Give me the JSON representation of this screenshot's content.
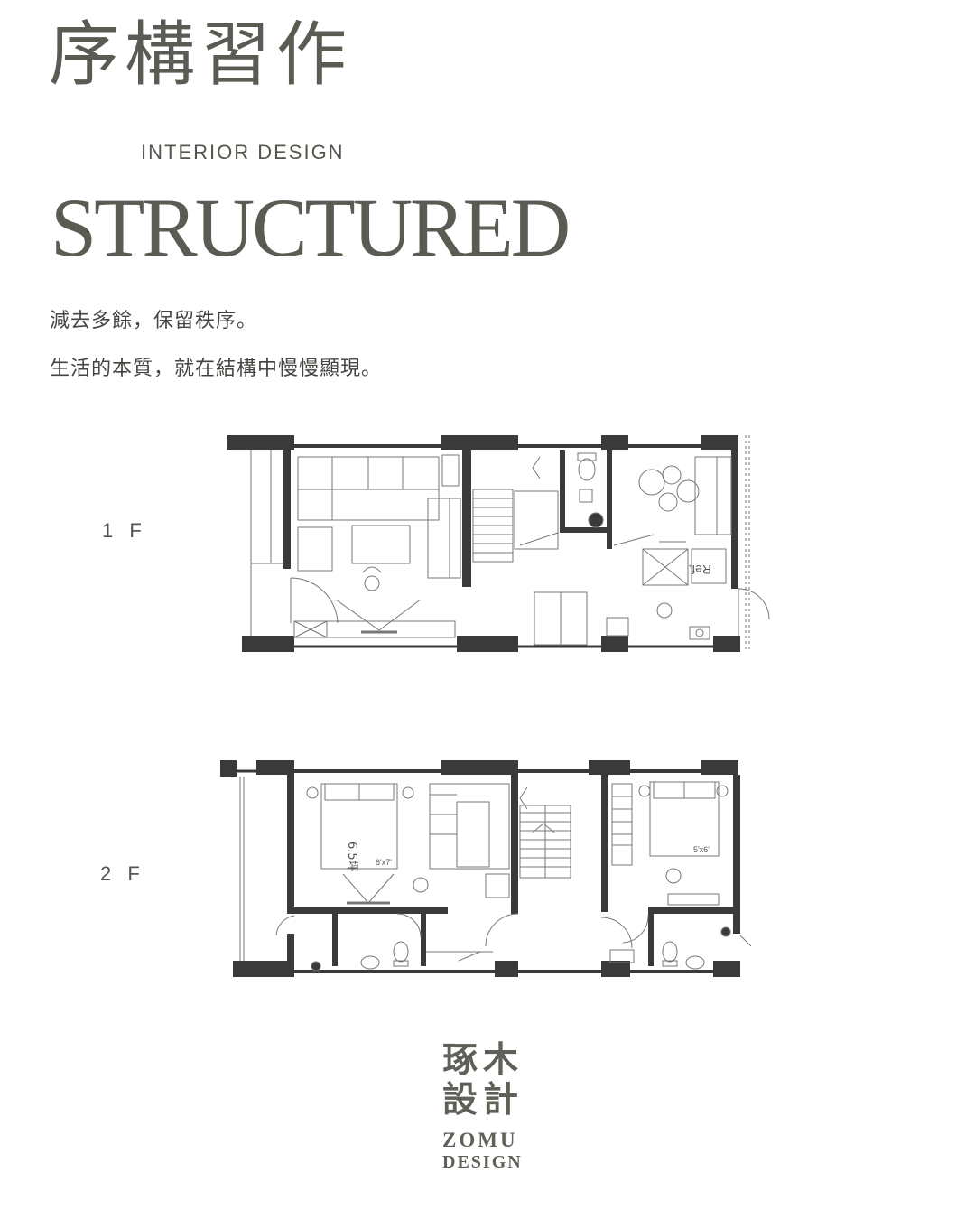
{
  "header": {
    "title_zh": "序構習作",
    "subtitle": "INTERIOR DESIGN",
    "title_en": "STRUCTURED"
  },
  "intro": {
    "line1": "減去多餘，保留秩序。",
    "line2": "生活的本質，就在結構中慢慢顯現。"
  },
  "plans": {
    "floor1": {
      "label": "1 F",
      "fridge_label": "Ref."
    },
    "floor2": {
      "label": "2 F",
      "room_area": "6.5坪",
      "bed1_size": "6'x7'",
      "bed2_size": "5'x6'"
    }
  },
  "logo": {
    "zh_line1": "琢木",
    "zh_line2": "設計",
    "en_line1": "ZOMU",
    "en_line2": "DESIGN"
  },
  "colors": {
    "wall": "#3a3a3a",
    "line": "#6a6a6a",
    "text": "#5b5b53"
  }
}
